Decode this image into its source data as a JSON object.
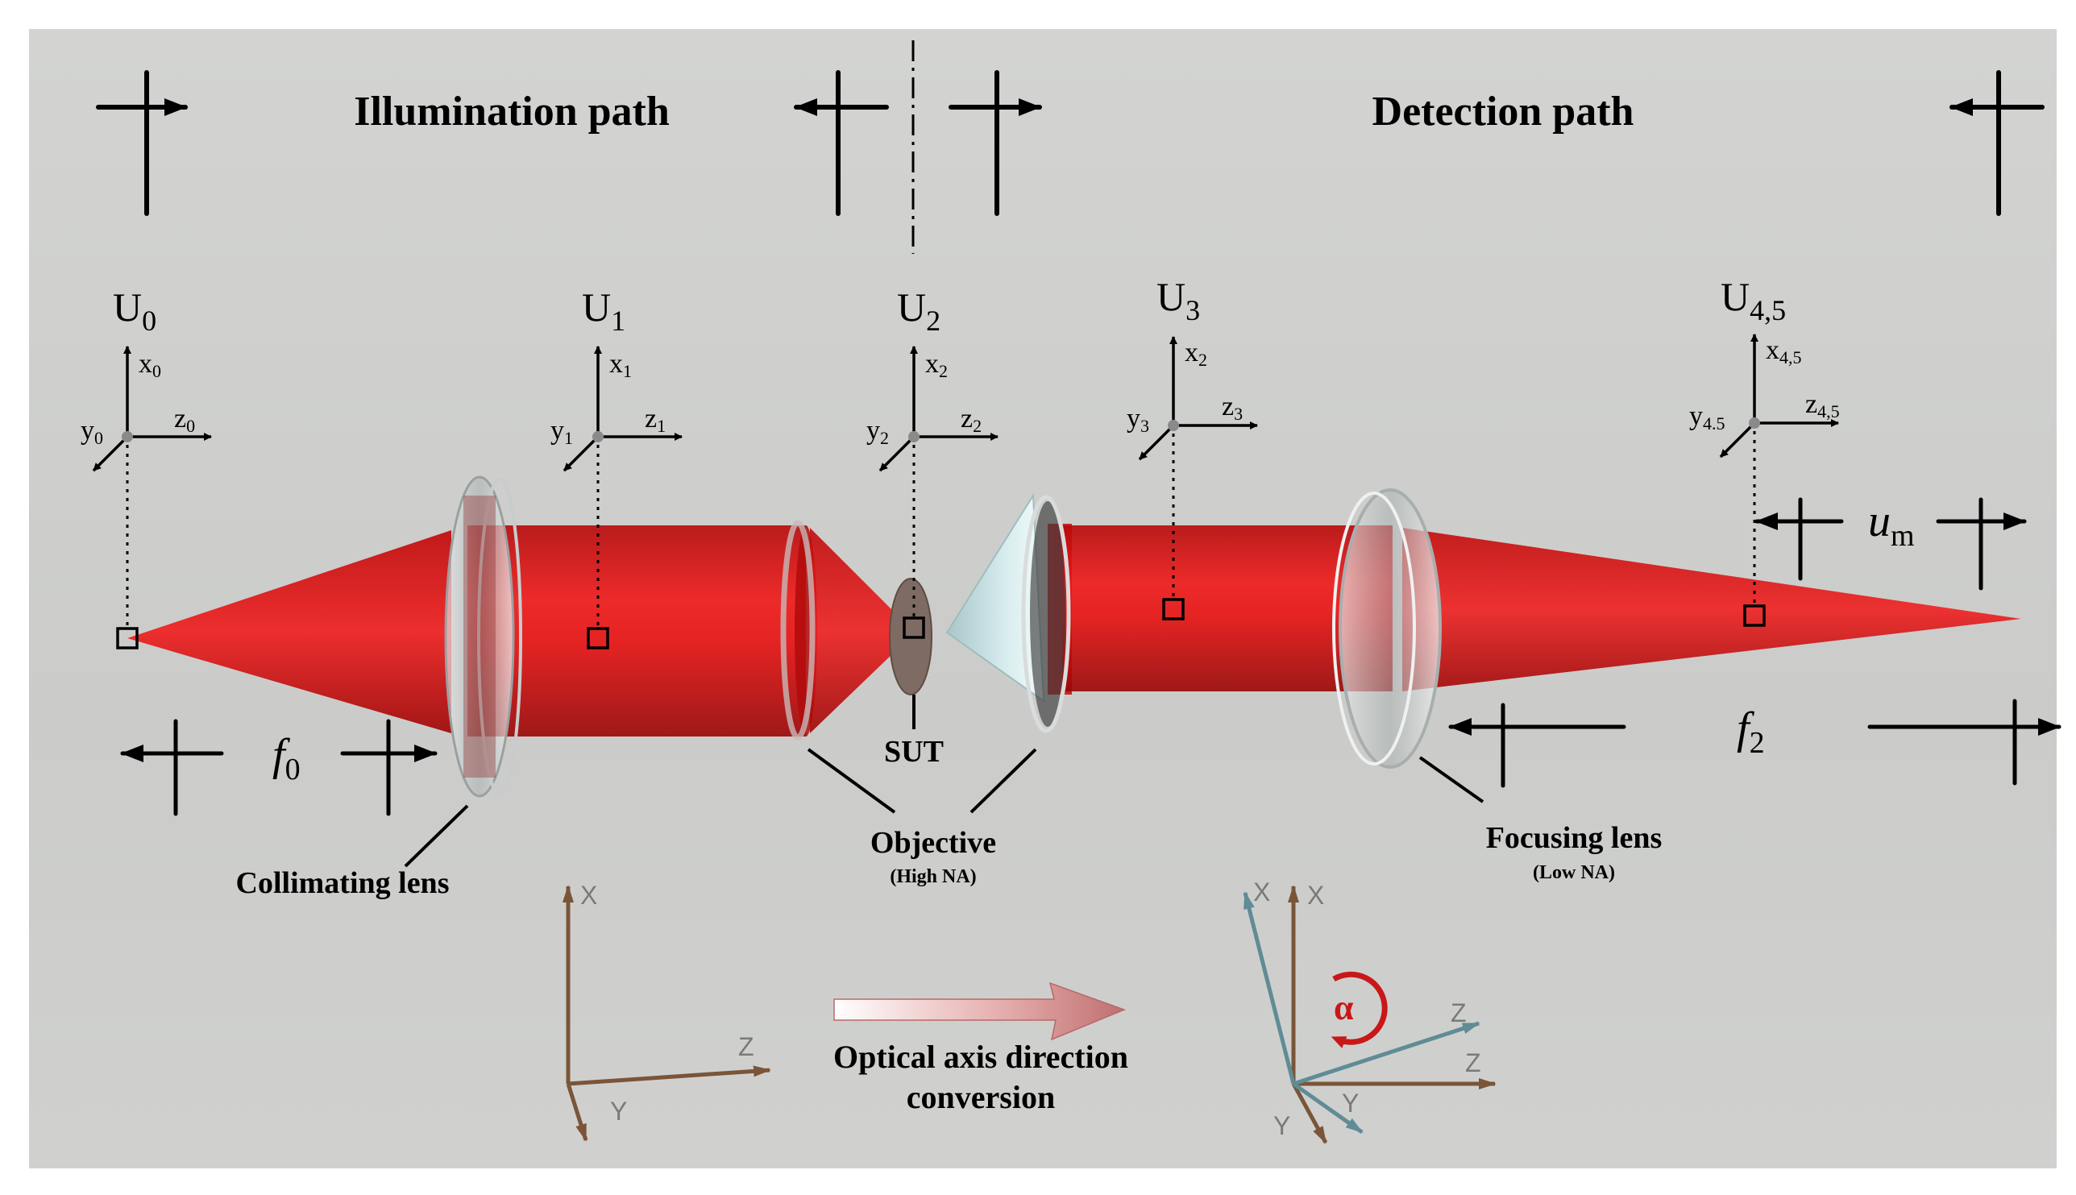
{
  "sections": {
    "illumination": "Illumination path",
    "detection": "Detection path"
  },
  "planes": [
    {
      "label": "U",
      "sub": "0",
      "x": "x",
      "xs": "0",
      "y": "y",
      "ys": "0",
      "z": "z",
      "zs": "0"
    },
    {
      "label": "U",
      "sub": "1",
      "x": "x",
      "xs": "1",
      "y": "y",
      "ys": "1",
      "z": "z",
      "zs": "1"
    },
    {
      "label": "U",
      "sub": "2",
      "x": "x",
      "xs": "2",
      "y": "y",
      "ys": "2",
      "z": "z",
      "zs": "2"
    },
    {
      "label": "U",
      "sub": "3",
      "x": "x",
      "xs": "2",
      "y": "y",
      "ys": "3",
      "z": "z",
      "zs": "3"
    },
    {
      "label": "U",
      "sub": "4,5",
      "x": "x",
      "xs": "4,5",
      "y": "y",
      "ys": "4.5",
      "z": "z",
      "zs": "4,5"
    }
  ],
  "dimensions": {
    "f0": {
      "main": "f",
      "sub": "0"
    },
    "f2": {
      "main": "f",
      "sub": "2"
    },
    "um": {
      "main": "u",
      "sub": "m"
    }
  },
  "components": {
    "sut": "SUT",
    "objective": "Objective",
    "objective_note": "(High NA)",
    "collimating": "Collimating lens",
    "focusing": "Focusing lens",
    "focusing_note": "(Low NA)"
  },
  "conversion": {
    "line1": "Optical axis direction",
    "line2": "conversion"
  },
  "frames": {
    "left": {
      "X": "X",
      "Y": "Y",
      "Z": "Z"
    },
    "right": {
      "X": "X",
      "Y": "Y",
      "Z": "Z",
      "X2": "X",
      "Y2": "Y",
      "Z2": "Z",
      "angle": "α"
    }
  },
  "colors": {
    "background": "#cfd0ce",
    "beam": "#e01010",
    "axis_brown": "#7a5538",
    "axis_teal": "#5f8c96",
    "rotation": "#c81818"
  }
}
